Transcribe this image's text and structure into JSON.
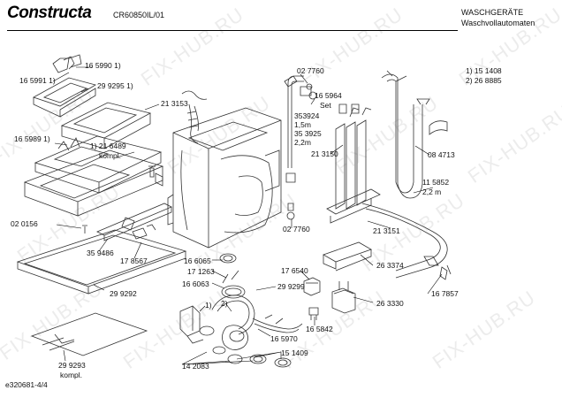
{
  "header": {
    "brand": "Constructa",
    "model": "CR60850IL/01",
    "category_line1": "WASCHGERÄTE",
    "category_line2": "Waschvollautomaten"
  },
  "footnotes": [
    "1) 15 1408",
    "2) 26 8885"
  ],
  "doc_id": "e320681-4/4",
  "watermark": "FIX-HUB.RU",
  "part_labels": {
    "p165990": "16 5990 1)",
    "p165991": "16 5991 1)",
    "p299295": "29 9295 1)",
    "p213153": "21 3153",
    "p165989": "16 5989 1)",
    "p216489": "1) 21 6489",
    "p216489_kompl": "kompl.",
    "p020156": "02 0156",
    "p359486": "35 9486",
    "p178567": "17 8567",
    "p299292": "29 9292",
    "p299293": "29 9293",
    "p299293_kompl": "kompl.",
    "p027760_top": "02 7760",
    "p165964": "16 5964",
    "p165964_set": "Set",
    "p353924": "353924",
    "p353924_len": "1,5m",
    "p353925": "35 3925",
    "p353925_len": "2,2m",
    "p027760_bottom": "02 7760",
    "p213150": "21 3150",
    "p084713": "08 4713",
    "p115852": "11 5852",
    "p115852_len": "2,2 m",
    "p213151": "21 3151",
    "p166065": "16 6065",
    "p171263": "17 1263",
    "p166063": "16 6063",
    "p299299": "29 9299",
    "p176540": "17 6540",
    "p263374": "26 3374",
    "p263330": "26 3330",
    "p165842": "16 5842",
    "p167857": "16 7857",
    "p165970": "16 5970",
    "p142083": "14 2083",
    "p151409": "15 1409",
    "callout_1": "1)",
    "callout_2": "2)"
  },
  "colors": {
    "ink": "#000000",
    "line": "#333333",
    "watermark": "#969696"
  }
}
